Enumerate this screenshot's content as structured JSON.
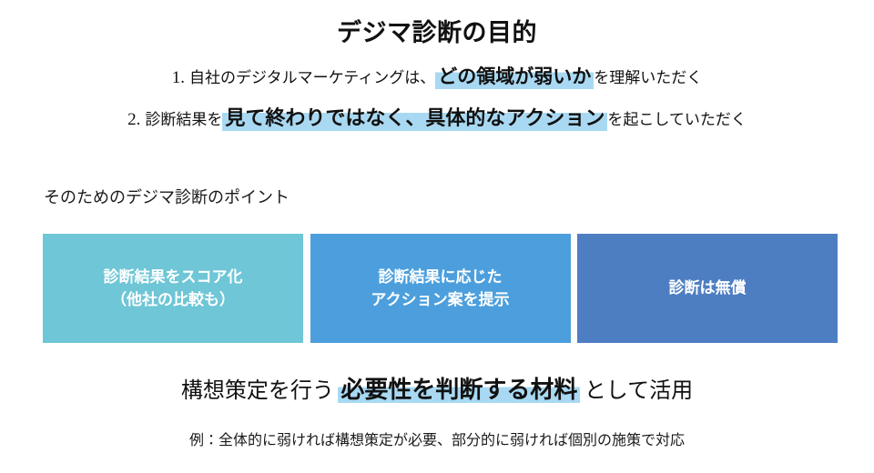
{
  "slide": {
    "title": "デジマ診断の目的",
    "background_color": "#ffffff",
    "highlight_color": "#a9d9f2"
  },
  "objectives": [
    {
      "number": "1.",
      "lead": "自社のデジタルマーケティングは、",
      "emphasis": "どの領域が弱いか",
      "tail": "を理解いただく"
    },
    {
      "number": "2.",
      "lead": "診断結果を",
      "emphasis": "見て終わりではなく、具体的なアクション",
      "tail": "を起こしていただく"
    }
  ],
  "points_section": {
    "label": "そのためのデジマ診断のポイント",
    "boxes": [
      {
        "line1": "診断結果をスコア化",
        "line2": "（他社の比較も）",
        "color": "#6ec6d6"
      },
      {
        "line1": "診断結果に応じた",
        "line2": "アクション案を提示",
        "color": "#4c9fdc"
      },
      {
        "line1": "診断は無償",
        "line2": "",
        "color": "#4e7ec2"
      }
    ]
  },
  "conclusion": {
    "lead": "構想策定を行う",
    "emphasis": "必要性を判断する材料",
    "tail": "として活用"
  },
  "footnote": {
    "text": "例：全体的に弱ければ構想策定が必要、部分的に弱ければ個別の施策で対応"
  }
}
